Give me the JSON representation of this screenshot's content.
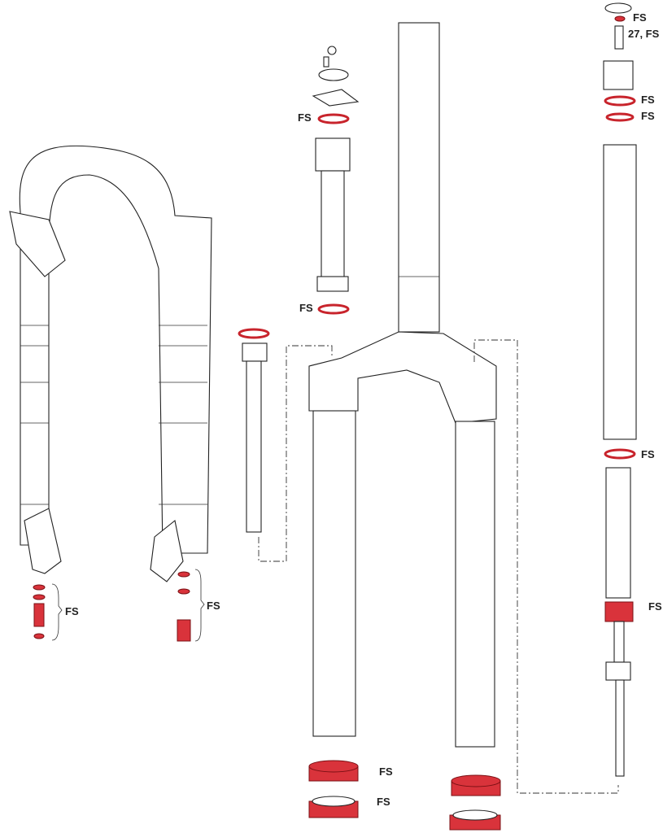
{
  "labels": {
    "top_valve_seal": "FS",
    "valve": "27, FS",
    "topcap_oring_1": "FS",
    "topcap_oring_2": "FS",
    "damper_top_seal": "FS",
    "damper_bottom_seal": "FS",
    "lower_tube_seal": "FS",
    "damper_piston_seal": "FS",
    "left_dropout_parts": "FS",
    "right_dropout_parts": "FS",
    "dust_seal": "FS",
    "foam_ring": "FS"
  },
  "colors": {
    "accent": "#d9333b",
    "line": "#222222"
  }
}
